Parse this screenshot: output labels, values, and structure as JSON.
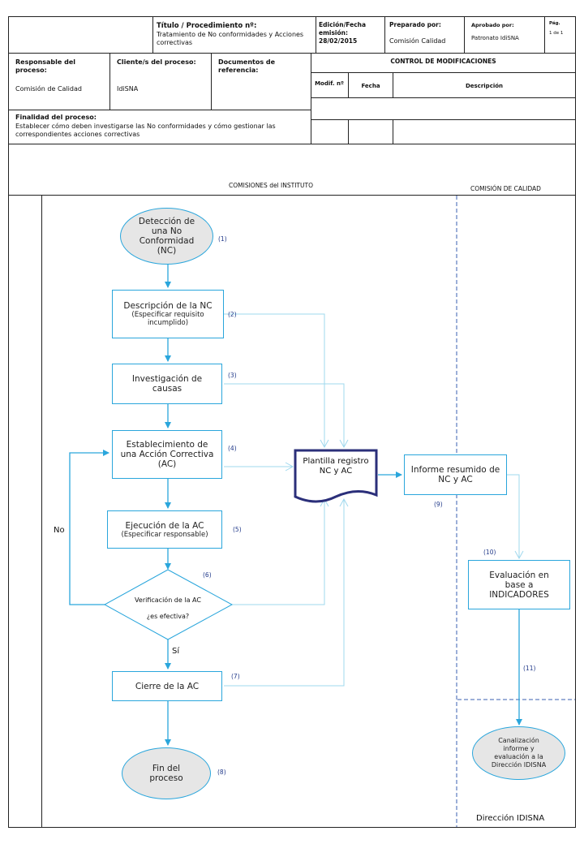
{
  "header": {
    "title_label": "Título / Procedimiento nº:",
    "title_text": "Tratamiento de No conformidades y Acciones correctivas",
    "edition_label": "Edición/Fecha emisión:",
    "edition_date": "28/02/2015",
    "prepared_label": "Preparado por:",
    "prepared_value": "Comisión Calidad",
    "approved_label": "Aprobado por:",
    "approved_value": "Patronato IdiSNA",
    "page_label": "Pág.",
    "page_value": "1 de 1"
  },
  "info": {
    "responsible_label": "Responsable del proceso:",
    "responsible_value": "Comisión de Calidad",
    "client_label": "Cliente/s del proceso:",
    "client_value": "IdiSNA",
    "docs_label": "Documentos de referencia:",
    "purpose_label": "Finalidad del proceso:",
    "purpose_value": "Establecer cómo deben investigarse las No conformidades y cómo gestionar las correspondientes acciones correctivas"
  },
  "changes": {
    "title": "CONTROL DE MODIFICACIONES",
    "col_mod": "Modif. nº",
    "col_date": "Fecha",
    "col_desc": "Descripción"
  },
  "lanes": {
    "institute": "COMISIONES  del INSTITUTO",
    "quality": "COMISIÓN  DE CALIDAD",
    "direction": "Dirección IDISNA"
  },
  "flow": {
    "n1": {
      "text": "Detección de una No Conformidad (NC)",
      "num": "(1)"
    },
    "n2": {
      "text": "Descripción de la NC",
      "sub": "(Especificar requisito incumplido)",
      "num": "(2)"
    },
    "n3": {
      "text": "Investigación de causas",
      "num": "(3)"
    },
    "n4": {
      "text": "Establecimiento de una Acción Correctiva (AC)",
      "num": "(4)"
    },
    "n5": {
      "text": "Ejecución de la AC",
      "sub": "(Especificar responsable)",
      "num": "(5)"
    },
    "n6": {
      "text1": "Verificación de la AC",
      "text2": "¿es efectiva?",
      "num": "(6)"
    },
    "n7": {
      "text": "Cierre de la AC",
      "num": "(7)"
    },
    "n8": {
      "text": "Fin del proceso",
      "num": "(8)"
    },
    "doc": {
      "text": "Plantilla registro NC y AC"
    },
    "n9": {
      "text": "Informe resumido de NC y AC",
      "num": "(9)"
    },
    "n10": {
      "text": "Evaluación en base a INDICADORES",
      "num": "(10)"
    },
    "n11": {
      "text": "Canalización informe y evaluación a la Dirección IDISNA",
      "num": "(11)"
    },
    "no_label": "No",
    "yes_label": "Sí"
  },
  "colors": {
    "arrow": "#2aa6dc",
    "light_arrow": "#a9dff2",
    "doc_border": "#2b2f7a",
    "lane_dash": "#3a5fb0"
  }
}
